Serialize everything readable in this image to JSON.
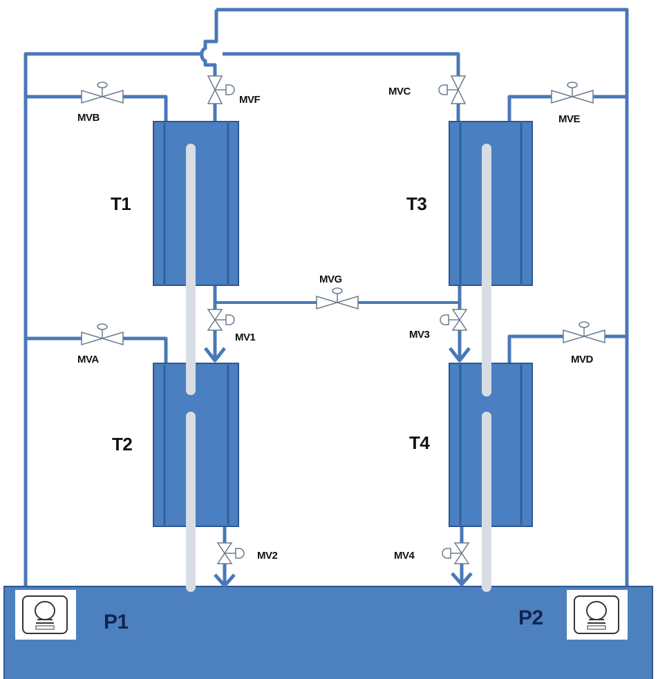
{
  "diagram": {
    "tanks": [
      {
        "id": "T1",
        "label": "T1"
      },
      {
        "id": "T2",
        "label": "T2"
      },
      {
        "id": "T3",
        "label": "T3"
      },
      {
        "id": "T4",
        "label": "T4"
      }
    ],
    "valves": {
      "MVA": "MVA",
      "MVB": "MVB",
      "MVC": "MVC",
      "MVD": "MVD",
      "MVE": "MVE",
      "MVF": "MVF",
      "MVG": "MVG",
      "MV1": "MV1",
      "MV2": "MV2",
      "MV3": "MV3",
      "MV4": "MV4"
    },
    "pumps": [
      {
        "id": "P1",
        "label": "P1",
        "icon": "pump-icon"
      },
      {
        "id": "P2",
        "label": "P2",
        "icon": "pump-icon"
      }
    ],
    "reservoir": {
      "label": ""
    },
    "colors": {
      "pipe": "#4a78b8",
      "tank": "#4a7fc1",
      "reservoir": "#4d80bf",
      "tube": "#d8dde4"
    }
  }
}
